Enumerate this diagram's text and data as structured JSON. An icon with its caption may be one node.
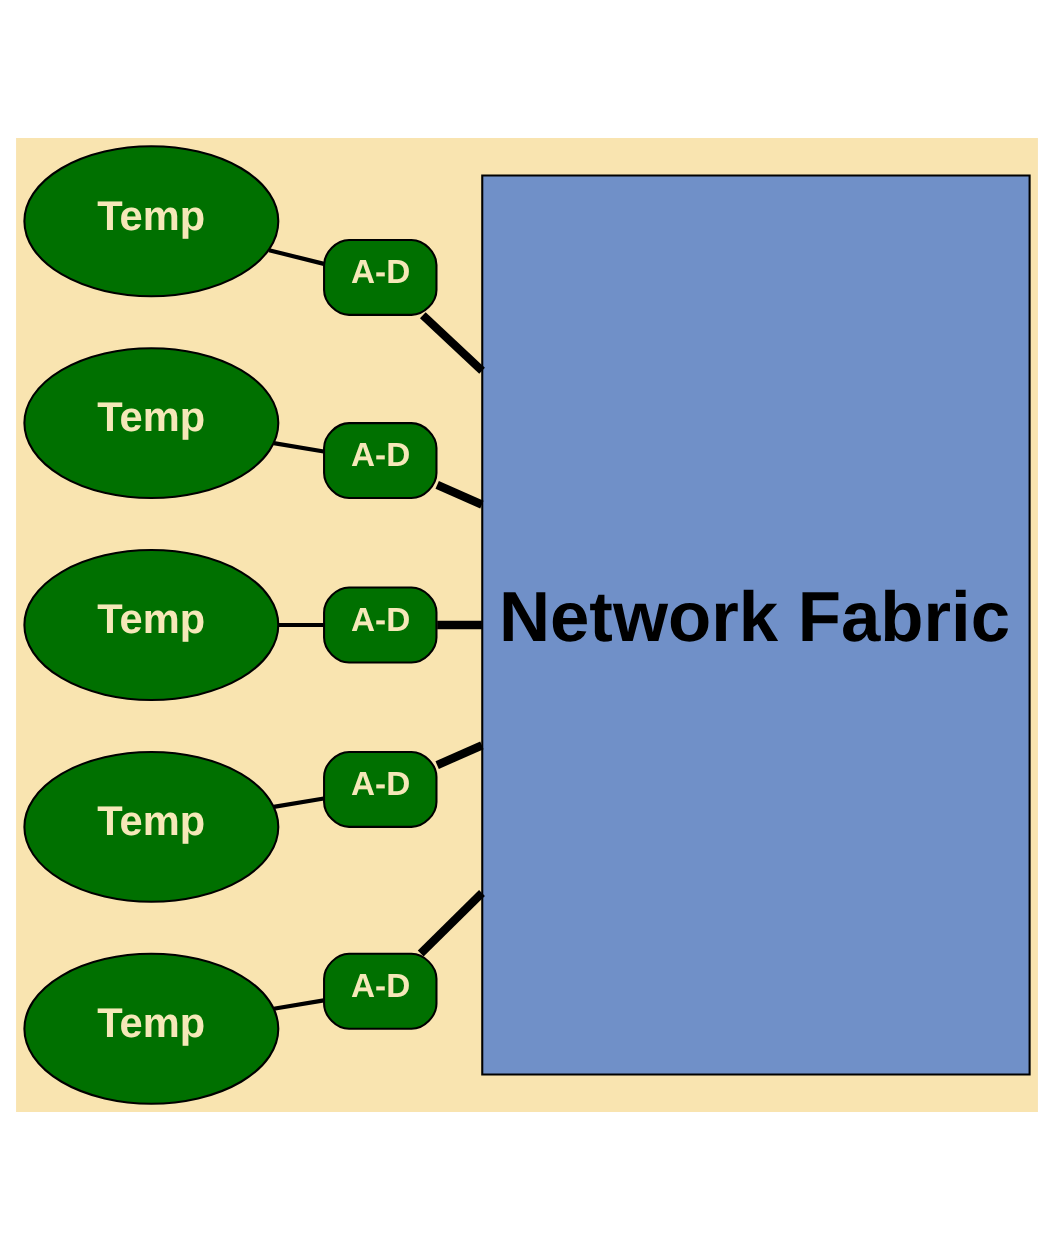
{
  "diagram": {
    "nodes": [
      {
        "text": [
          "Temp"
        ]
      },
      {
        "text": [
          "A-D"
        ]
      },
      {
        "text": [
          "Temp"
        ]
      },
      {
        "text": [
          "A-D"
        ]
      },
      {
        "text": [
          "Temp"
        ]
      },
      {
        "text": [
          "A-D"
        ]
      },
      {
        "text": [
          "Temp"
        ]
      },
      {
        "text": [
          "A-D"
        ]
      },
      {
        "text": [
          "Temp"
        ]
      },
      {
        "text": [
          "A-D"
        ]
      },
      {
        "text": [
          "Network Fabric"
        ]
      }
    ],
    "edges": [
      {
        "from": 0,
        "to": 1,
        "arrow": "none"
      },
      {
        "from": 2,
        "to": 3,
        "arrow": "none"
      },
      {
        "from": 4,
        "to": 5,
        "arrow": "none"
      },
      {
        "from": 6,
        "to": 7,
        "arrow": "none"
      },
      {
        "from": 8,
        "to": 9,
        "arrow": "none"
      },
      {
        "from": 1,
        "to": 10,
        "arrow": "none",
        "style": "thick"
      },
      {
        "from": 3,
        "to": 10,
        "arrow": "none",
        "style": "thick"
      },
      {
        "from": 5,
        "to": 10,
        "arrow": "none",
        "style": "thick"
      },
      {
        "from": 7,
        "to": 10,
        "arrow": "none",
        "style": "thick"
      },
      {
        "from": 9,
        "to": 10,
        "arrow": "none",
        "style": "thick"
      }
    ]
  }
}
